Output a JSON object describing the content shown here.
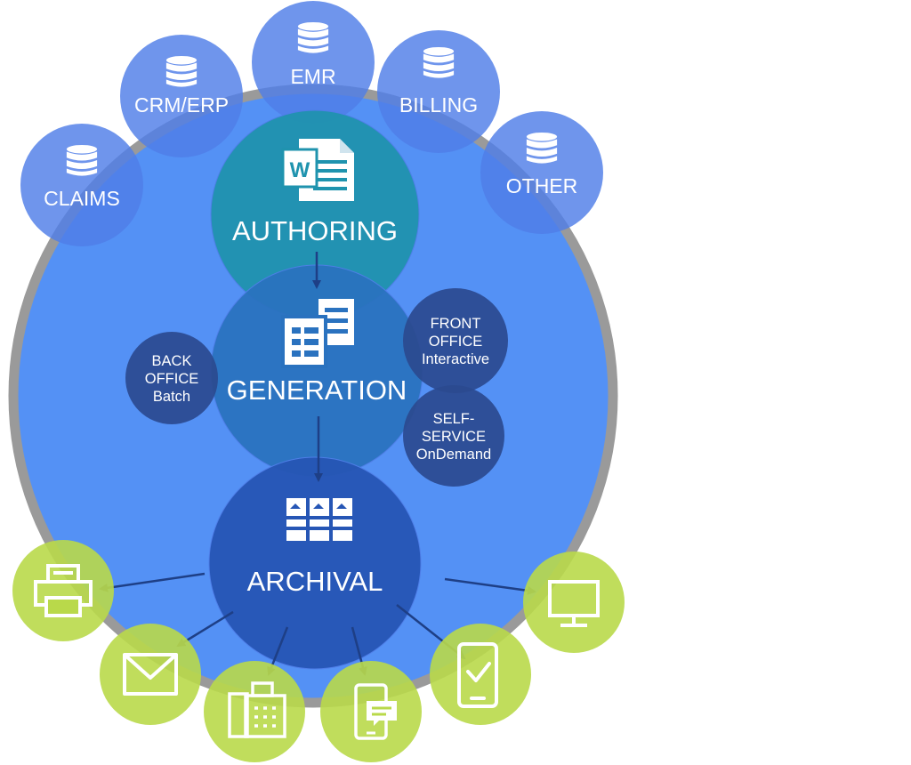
{
  "sources": [
    {
      "id": "claims",
      "label": "CLAIMS"
    },
    {
      "id": "crm",
      "label": "CRM/ERP"
    },
    {
      "id": "emr",
      "label": "EMR"
    },
    {
      "id": "billing",
      "label": "BILLING"
    },
    {
      "id": "other",
      "label": "OTHER"
    }
  ],
  "stages": {
    "authoring": {
      "label": "AUTHORING"
    },
    "generation": {
      "label": "GENERATION"
    },
    "archival": {
      "label": "ARCHIVAL"
    }
  },
  "modes": {
    "back_office": {
      "lines": [
        "BACK",
        "OFFICE",
        "Batch"
      ]
    },
    "front_office": {
      "lines": [
        "FRONT",
        "OFFICE",
        "Interactive"
      ]
    },
    "self_service": {
      "lines": [
        "SELF-",
        "SERVICE",
        "OnDemand"
      ]
    }
  },
  "outputs": [
    {
      "id": "print",
      "icon": "printer-icon"
    },
    {
      "id": "email",
      "icon": "envelope-icon"
    },
    {
      "id": "fax",
      "icon": "fax-icon"
    },
    {
      "id": "sms",
      "icon": "phone-message-icon"
    },
    {
      "id": "mobile",
      "icon": "mobile-check-icon"
    },
    {
      "id": "web",
      "icon": "monitor-icon"
    }
  ],
  "colors": {
    "outer_ring": "#9a9a9a",
    "outer_fill": "#5491f5",
    "source_bubble": "#4f7ee8",
    "authoring": "#1f93ae",
    "generation": "#2a72bf",
    "archival": "#2656b5",
    "mode_bubble": "#2b4a8f",
    "output_bubble": "#b9d94a",
    "arrow": "#1e3f86"
  }
}
